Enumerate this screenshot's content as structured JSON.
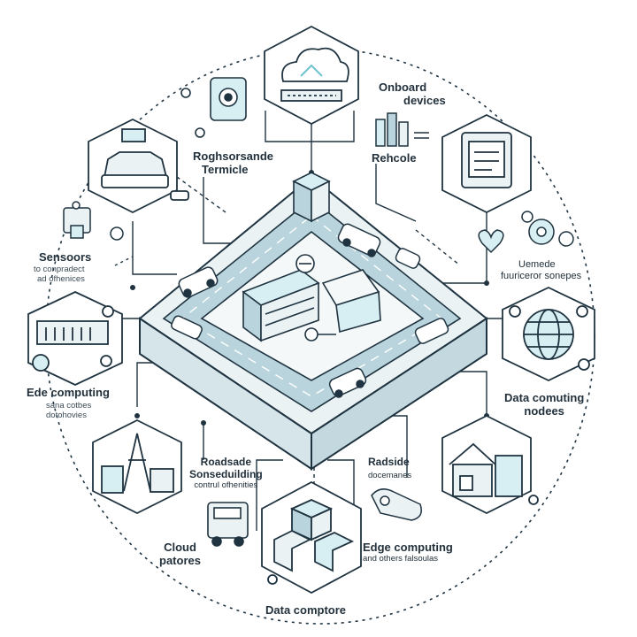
{
  "labels": {
    "onboard_devices_1": "Onboard",
    "onboard_devices_2": "devices",
    "roadside_terminal_1": "Roghsorsande",
    "roadside_terminal_2": "Termicle",
    "rehcole": "Rehcole",
    "sensors_title": "Sensoors",
    "sensors_sub_1": "to conpradect",
    "sensors_sub_2": "ad ofhenices",
    "vehicle_sensors_1": "Uemede",
    "vehicle_sensors_2": "fuuriceror sonepes",
    "edge_computing_left": "Ede computing",
    "edge_left_sub_1": "sana cotbes",
    "edge_left_sub_2": "dotohovies",
    "data_nodes_1": "Data comuting",
    "data_nodes_2": "nodees",
    "roadside_sensor_1": "Roadsade",
    "roadside_sensor_2": "Sonseduilding",
    "roadside_sensor_3": "contrul ofhenities",
    "roadside_devices_1": "Radside",
    "roadside_devices_2": "docemanes",
    "cloud_platform_1": "Cloud",
    "cloud_platform_2": "patores",
    "edge_computing_right_1": "Edge computing",
    "edge_computing_right_2": "and others falsoulas",
    "data_center": "Data comptore"
  },
  "colors": {
    "stroke": "#1f3340",
    "accent": "#6fc2d0",
    "road": "#b9d4dc",
    "platform": "#e9f1f3",
    "icon_fill": "#d7eef2"
  }
}
